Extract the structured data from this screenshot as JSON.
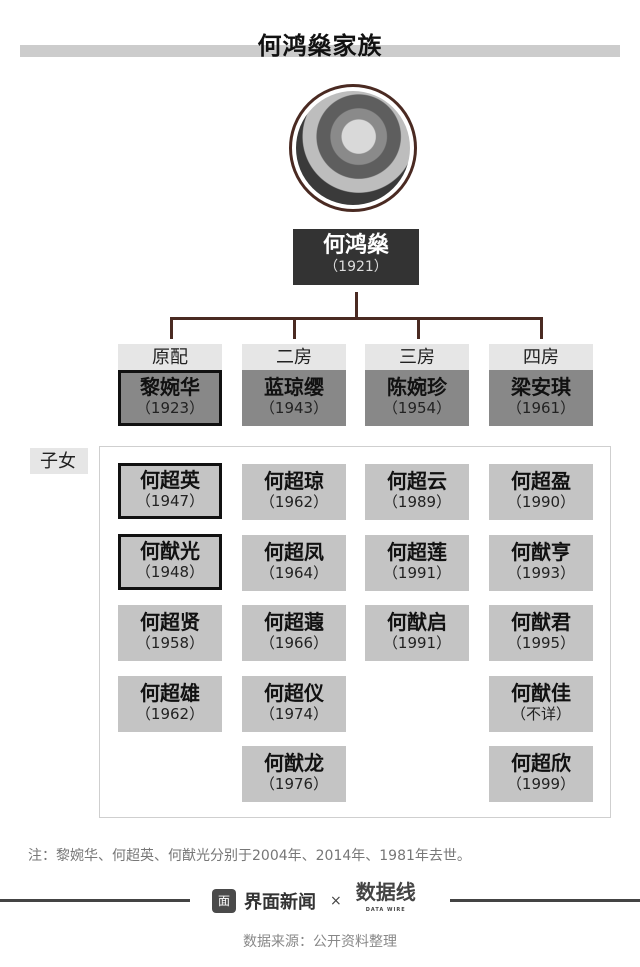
{
  "title": "何鸿燊家族",
  "patriarch": {
    "name": "何鸿燊",
    "year": "（1921）",
    "portrait_icon": "portrait-photo"
  },
  "wives": [
    {
      "label": "原配",
      "name": "黎婉华",
      "year": "（1923）",
      "deceased": true
    },
    {
      "label": "二房",
      "name": "蓝琼缨",
      "year": "（1943）",
      "deceased": false
    },
    {
      "label": "三房",
      "name": "陈婉珍",
      "year": "（1954）",
      "deceased": false
    },
    {
      "label": "四房",
      "name": "梁安琪",
      "year": "（1961）",
      "deceased": false
    }
  ],
  "children_label": "子女",
  "children": [
    [
      {
        "name": "何超英",
        "year": "（1947）",
        "deceased": true
      },
      {
        "name": "何猷光",
        "year": "（1948）",
        "deceased": true
      },
      {
        "name": "何超贤",
        "year": "（1958）"
      },
      {
        "name": "何超雄",
        "year": "（1962）"
      }
    ],
    [
      {
        "name": "何超琼",
        "year": "（1962）"
      },
      {
        "name": "何超凤",
        "year": "（1964）"
      },
      {
        "name": "何超蕸",
        "year": "（1966）"
      },
      {
        "name": "何超仪",
        "year": "（1974）"
      },
      {
        "name": "何猷龙",
        "year": "（1976）"
      }
    ],
    [
      {
        "name": "何超云",
        "year": "（1989）"
      },
      {
        "name": "何超莲",
        "year": "（1991）"
      },
      {
        "name": "何猷启",
        "year": "（1991）"
      }
    ],
    [
      {
        "name": "何超盈",
        "year": "（1990）"
      },
      {
        "name": "何猷亨",
        "year": "（1993）"
      },
      {
        "name": "何猷君",
        "year": "（1995）"
      },
      {
        "name": "何猷佳",
        "year": "（不详）"
      },
      {
        "name": "何超欣",
        "year": "（1999）"
      }
    ]
  ],
  "note": "注：黎婉华、何超英、何猷光分别于2004年、2014年、1981年去世。",
  "footer": {
    "brand": "界面新闻",
    "brand_icon": "面",
    "times": "×",
    "partner": "数据线",
    "partner_sub": "DATA WIRE",
    "source": "数据来源：公开资料整理"
  },
  "colors": {
    "line": "#4a2a22",
    "patriarch_bg": "#333333",
    "wife_bg": "#888888",
    "child_bg": "#c4c4c4",
    "label_bg": "#e6e6e6"
  }
}
